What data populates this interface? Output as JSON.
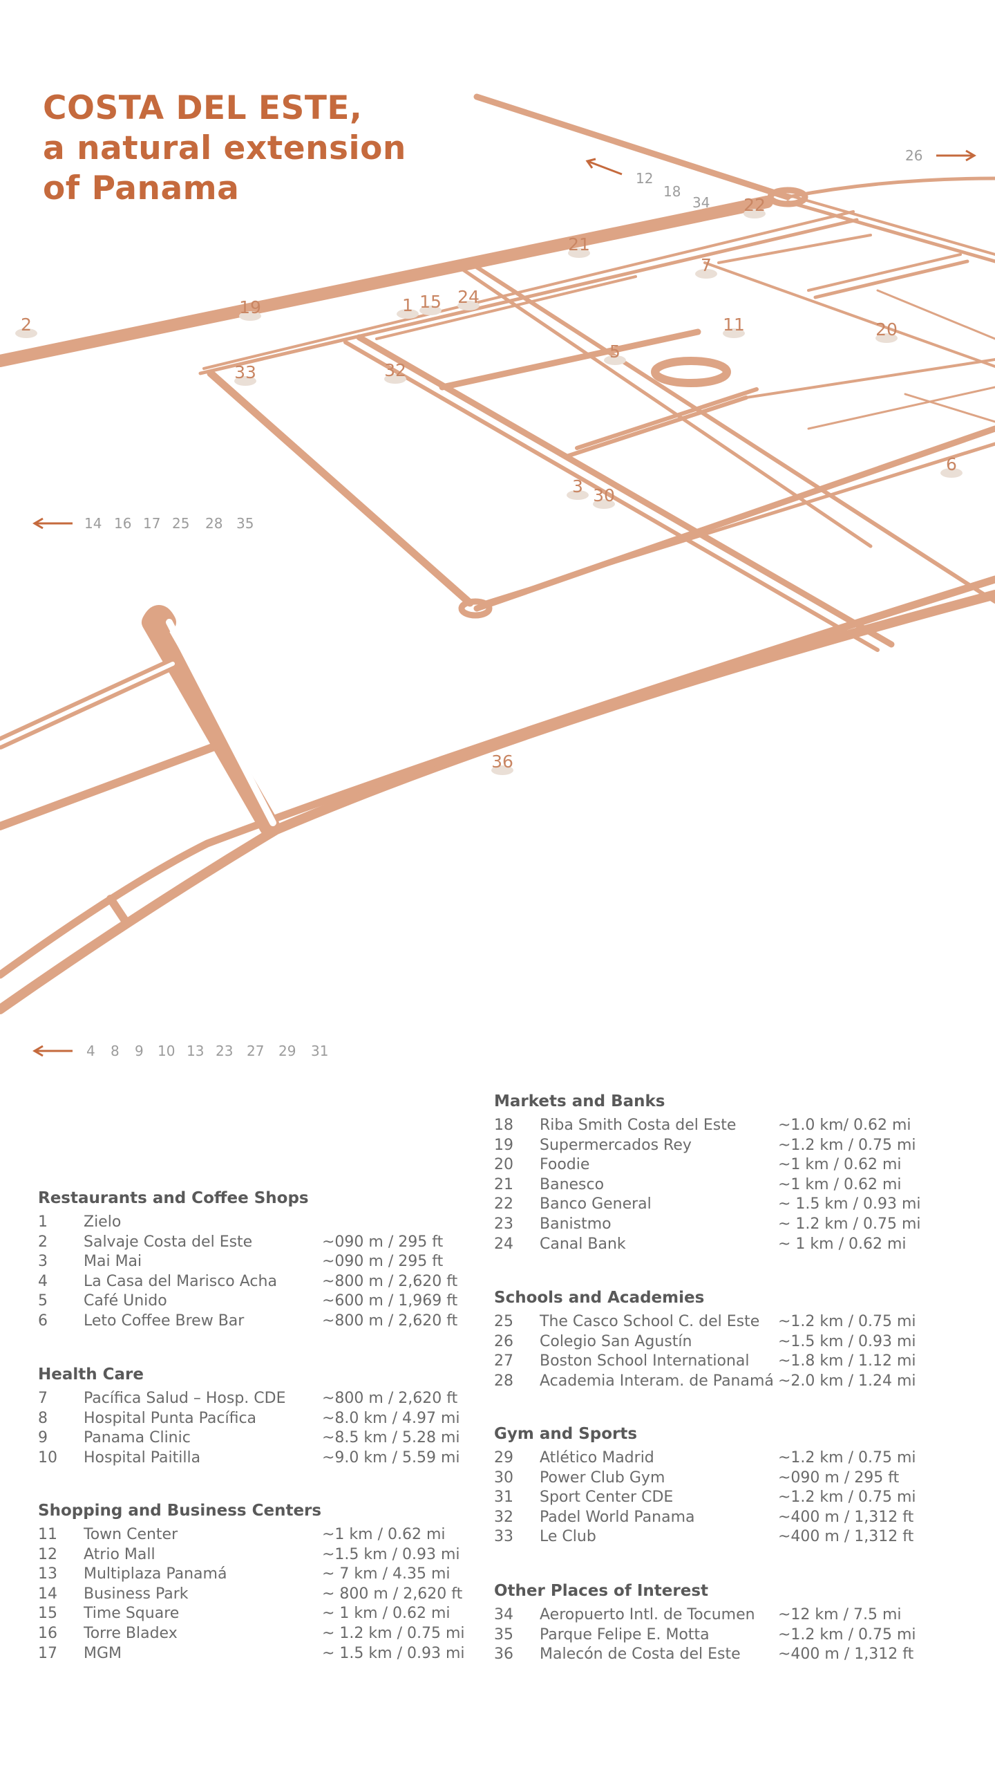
{
  "title_lines": [
    "COSTA DEL ESTE,",
    "a natural extension",
    "of Panama"
  ],
  "colors": {
    "road": "#dda485",
    "title": "#c56a3d",
    "marker_dot": "#eadfd6",
    "marker_text": "#c98663",
    "arrow": "#c56a3d",
    "arrow_text": "#9c9c9c"
  },
  "map_markers": [
    "2",
    "19",
    "1",
    "15",
    "24",
    "21",
    "22",
    "7",
    "11",
    "20",
    "5",
    "33",
    "32",
    "3",
    "30",
    "6",
    "36"
  ],
  "arrow_groups": {
    "top_right": [
      "26"
    ],
    "top_center": [
      "12",
      "18",
      "34"
    ],
    "mid_left": [
      "14",
      "16",
      "17",
      "25",
      "28",
      "35"
    ],
    "bottom_left": [
      "4",
      "8",
      "9",
      "10",
      "13",
      "23",
      "27",
      "29",
      "31"
    ]
  },
  "legend": {
    "restaurants": {
      "heading": "Restaurants and Coffee Shops",
      "items": [
        {
          "n": "1",
          "name": "Zielo",
          "dist": ""
        },
        {
          "n": "2",
          "name": "Salvaje Costa del Este",
          "dist": "~090 m / 295 ft"
        },
        {
          "n": "3",
          "name": "Mai Mai",
          "dist": "~090 m / 295 ft"
        },
        {
          "n": "4",
          "name": "La Casa del Marisco Acha",
          "dist": "~800 m / 2,620 ft"
        },
        {
          "n": "5",
          "name": "Café Unido",
          "dist": "~600 m / 1,969 ft"
        },
        {
          "n": "6",
          "name": "Leto Coffee Brew Bar",
          "dist": "~800 m / 2,620 ft"
        }
      ]
    },
    "health": {
      "heading": "Health Care",
      "items": [
        {
          "n": "7",
          "name": "Pacífica Salud – Hosp. CDE",
          "dist": "~800 m  / 2,620 ft"
        },
        {
          "n": "8",
          "name": "Hospital Punta Pacífica",
          "dist": "~8.0 km / 4.97 mi"
        },
        {
          "n": "9",
          "name": "Panama Clinic",
          "dist": "~8.5 km / 5.28 mi"
        },
        {
          "n": "10",
          "name": "Hospital Paitilla",
          "dist": "~9.0 km / 5.59 mi"
        }
      ]
    },
    "shopping": {
      "heading": "Shopping and Business Centers",
      "items": [
        {
          "n": "11",
          "name": "Town Center",
          "dist": "~1 km / 0.62 mi"
        },
        {
          "n": "12",
          "name": "Atrio Mall",
          "dist": "~1.5 km / 0.93 mi"
        },
        {
          "n": "13",
          "name": "Multiplaza Panamá",
          "dist": "~ 7 km / 4.35 mi"
        },
        {
          "n": "14",
          "name": "Business Park",
          "dist": "~ 800 m / 2,620 ft"
        },
        {
          "n": "15",
          "name": "Time Square",
          "dist": "~ 1 km / 0.62 mi"
        },
        {
          "n": "16",
          "name": "Torre Bladex",
          "dist": "~ 1.2 km / 0.75 mi"
        },
        {
          "n": "17",
          "name": "MGM",
          "dist": "~ 1.5 km / 0.93 mi"
        }
      ]
    },
    "markets": {
      "heading": "Markets and Banks",
      "items": [
        {
          "n": "18",
          "name": "Riba Smith Costa del Este",
          "dist": "~1.0 km/ 0.62 mi"
        },
        {
          "n": "19",
          "name": "Supermercados Rey",
          "dist": "~1.2 km / 0.75 mi"
        },
        {
          "n": "20",
          "name": "Foodie",
          "dist": "~1 km / 0.62 mi"
        },
        {
          "n": "21",
          "name": "Banesco",
          "dist": "~1 km / 0.62 mi"
        },
        {
          "n": "22",
          "name": "Banco General",
          "dist": "~ 1.5 km / 0.93 mi"
        },
        {
          "n": "23",
          "name": "Banistmo",
          "dist": "~ 1.2 km / 0.75 mi"
        },
        {
          "n": "24",
          "name": "Canal Bank",
          "dist": "~ 1 km / 0.62 mi"
        }
      ]
    },
    "schools": {
      "heading": "Schools and Academies",
      "items": [
        {
          "n": "25",
          "name": "The Casco School C. del Este",
          "dist": "~1.2 km / 0.75 mi"
        },
        {
          "n": "26",
          "name": "Colegio San Agustín",
          "dist": "~1.5 km / 0.93 mi"
        },
        {
          "n": "27",
          "name": "Boston School International",
          "dist": "~1.8 km /  1.12 mi"
        },
        {
          "n": "28",
          "name": "Academia Interam. de Panamá",
          "dist": "~2.0 km / 1.24 mi"
        }
      ]
    },
    "gym": {
      "heading": "Gym and Sports",
      "items": [
        {
          "n": "29",
          "name": "Atlético Madrid",
          "dist": "~1.2 km / 0.75 mi"
        },
        {
          "n": "30",
          "name": "Power Club Gym",
          "dist": "~090 m / 295 ft"
        },
        {
          "n": "31",
          "name": "Sport Center CDE",
          "dist": "~1.2 km / 0.75 mi"
        },
        {
          "n": "32",
          "name": "Padel World Panama",
          "dist": "~400 m / 1,312 ft"
        },
        {
          "n": "33",
          "name": "Le Club",
          "dist": "~400 m / 1,312 ft"
        }
      ]
    },
    "other": {
      "heading": "Other Places of Interest",
      "items": [
        {
          "n": "34",
          "name": "Aeropuerto Intl. de Tocumen",
          "dist": "~12 km / 7.5 mi"
        },
        {
          "n": "35",
          "name": "Parque Felipe E. Motta",
          "dist": "~1.2 km / 0.75 mi"
        },
        {
          "n": "36",
          "name": "Malecón de Costa del Este",
          "dist": "~400 m / 1,312 ft"
        }
      ]
    }
  }
}
